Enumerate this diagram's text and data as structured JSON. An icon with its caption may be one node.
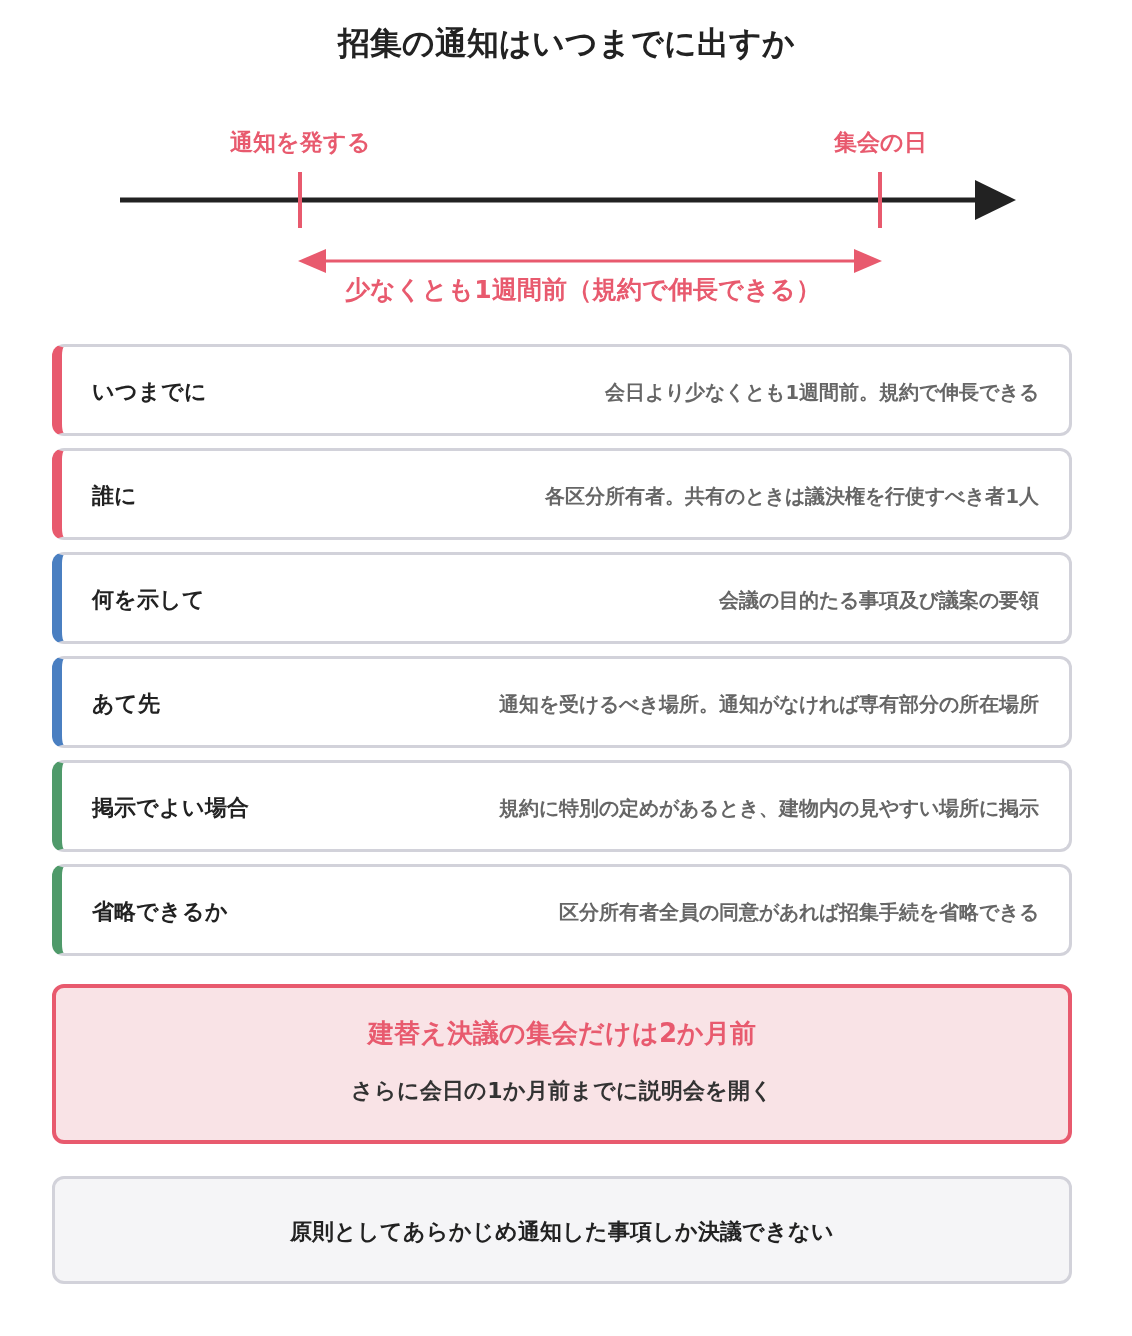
{
  "diagram": {
    "title": "招集の通知はいつまでに出すか",
    "nodes": [
      {
        "text": [
          "いつまでに",
          "会日より少なくとも1週間前。規約で伸長できる"
        ]
      },
      {
        "text": [
          "誰に",
          "各区分所有者。共有のときは議決権を行使すべき者1人"
        ]
      },
      {
        "text": [
          "何を示して",
          "会議の目的たる事項及び議案の要領"
        ]
      },
      {
        "text": [
          "あて先",
          "通知を受けるべき場所。通知がなければ専有部分の所在場所"
        ]
      },
      {
        "text": [
          "掲示でよい場合",
          "規約に特別の定めがあるとき、建物内の見やすい場所に掲示"
        ]
      },
      {
        "text": [
          "省略できるか",
          "区分所有者全員の同意があれば招集手続を省略できる"
        ]
      },
      {
        "text": [
          "建替え決議の集会だけは2か月前",
          "さらに会日の1か月前までに説明会を開く"
        ]
      },
      {
        "text": [
          "原則としてあらかじめ通知した事項しか決議できない"
        ]
      }
    ],
    "labels": [
      "通知を発する",
      "集会の日",
      "少なくとも1週間前（規約で伸長できる）"
    ]
  }
}
